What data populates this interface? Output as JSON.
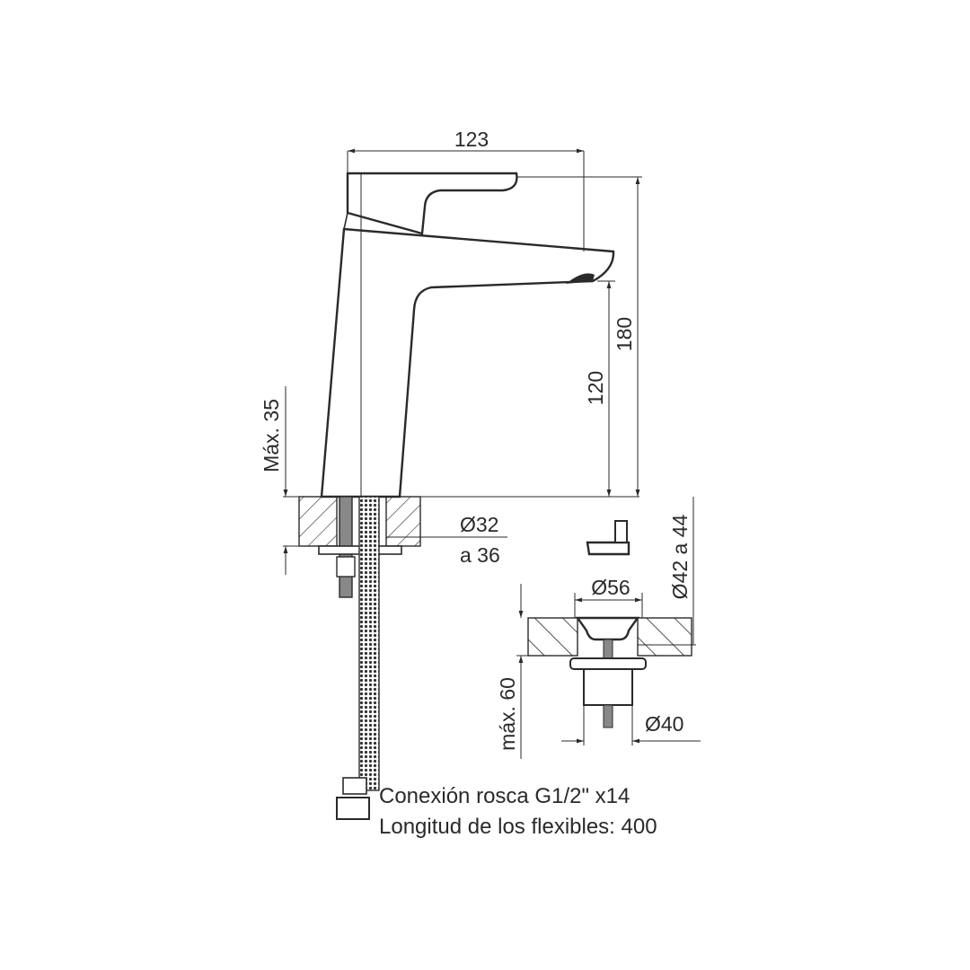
{
  "dimensions": {
    "width_top": "123",
    "height_total": "180",
    "spout_height": "120",
    "max_counter": "Máx. 35",
    "hole_diameter_line1": "Ø32",
    "hole_diameter_line2": "a 36",
    "drain_flange": "Ø56",
    "drain_hole": "Ø42 a 44",
    "drain_body": "Ø40",
    "drain_max": "máx. 60"
  },
  "notes": {
    "connection": "Conexión rosca G1/2\" x14",
    "hose_length": "Longitud de los flexibles: 400"
  }
}
